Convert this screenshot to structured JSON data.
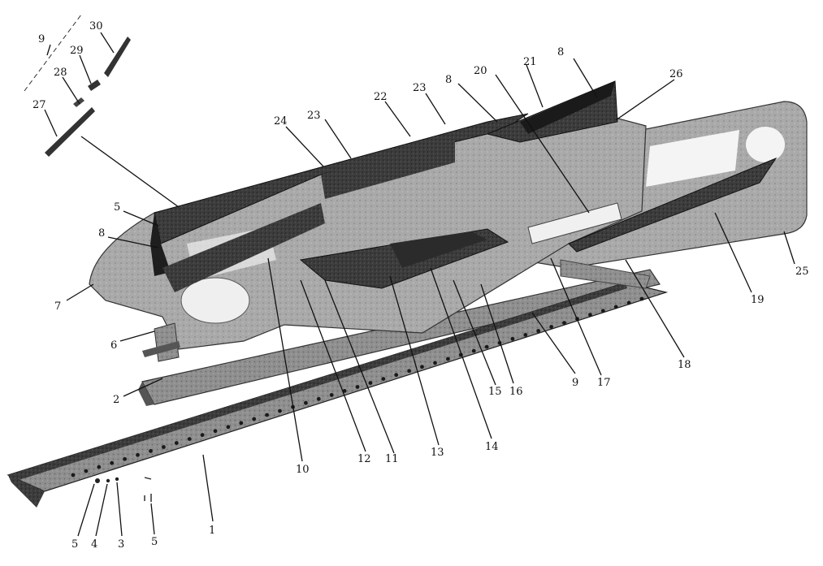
{
  "callouts": [
    {
      "id": "c9a",
      "text": "9"
    },
    {
      "id": "c30",
      "text": "30"
    },
    {
      "id": "c29",
      "text": "29"
    },
    {
      "id": "c28",
      "text": "28"
    },
    {
      "id": "c27",
      "text": "27"
    },
    {
      "id": "c8a",
      "text": "8"
    },
    {
      "id": "c26",
      "text": "26"
    },
    {
      "id": "c21",
      "text": "21"
    },
    {
      "id": "c20",
      "text": "20"
    },
    {
      "id": "c8b",
      "text": "8"
    },
    {
      "id": "c23a",
      "text": "23"
    },
    {
      "id": "c22",
      "text": "22"
    },
    {
      "id": "c24",
      "text": "24"
    },
    {
      "id": "c23b",
      "text": "23"
    },
    {
      "id": "c5a",
      "text": "5"
    },
    {
      "id": "c8c",
      "text": "8"
    },
    {
      "id": "c7",
      "text": "7"
    },
    {
      "id": "c6",
      "text": "6"
    },
    {
      "id": "c2",
      "text": "2"
    },
    {
      "id": "c25",
      "text": "25"
    },
    {
      "id": "c19",
      "text": "19"
    },
    {
      "id": "c18",
      "text": "18"
    },
    {
      "id": "c17",
      "text": "17"
    },
    {
      "id": "c9b",
      "text": "9"
    },
    {
      "id": "c16",
      "text": "16"
    },
    {
      "id": "c15",
      "text": "15"
    },
    {
      "id": "c14",
      "text": "14"
    },
    {
      "id": "c13",
      "text": "13"
    },
    {
      "id": "c11",
      "text": "11"
    },
    {
      "id": "c12",
      "text": "12"
    },
    {
      "id": "c10",
      "text": "10"
    },
    {
      "id": "c1",
      "text": "1"
    },
    {
      "id": "c5b",
      "text": "5"
    },
    {
      "id": "c4",
      "text": "4"
    },
    {
      "id": "c3",
      "text": "3"
    },
    {
      "id": "c5c",
      "text": "5"
    }
  ]
}
